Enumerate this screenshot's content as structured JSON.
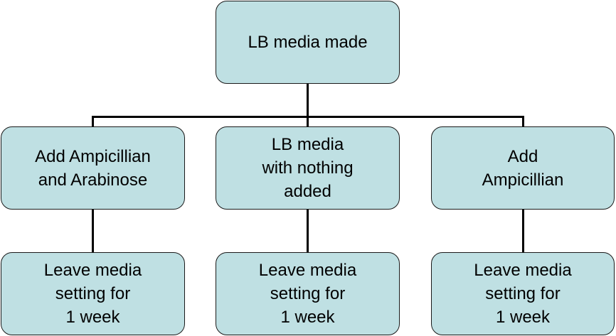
{
  "diagram": {
    "colors": {
      "node_fill": "#bfe0e3",
      "node_border": "#1a1a1a",
      "connector": "#000000",
      "text": "#000000"
    },
    "root": {
      "label": "LB media made"
    },
    "branches": [
      {
        "label": "Add Ampicillian\nand Arabinose",
        "child": {
          "label": "Leave media\nsetting for\n1 week"
        }
      },
      {
        "label": "LB media\nwith nothing\nadded",
        "child": {
          "label": "Leave media\nsetting for\n1 week"
        }
      },
      {
        "label": "Add\nAmpicillian",
        "child": {
          "label": "Leave media\nsetting for\n1 week"
        }
      }
    ]
  }
}
